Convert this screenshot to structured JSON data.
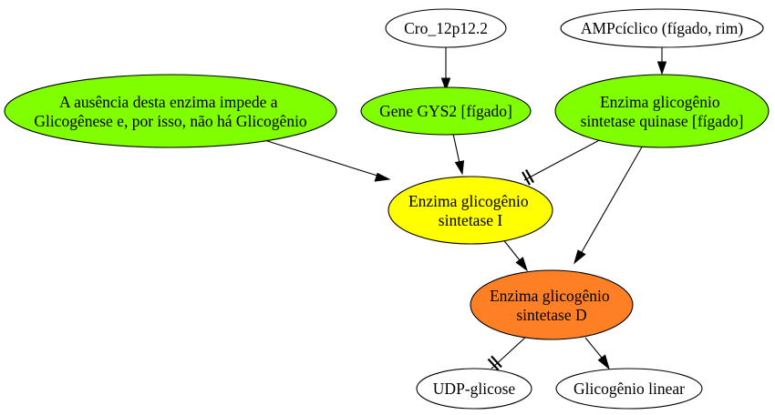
{
  "nodes": {
    "cro": {
      "lines": [
        "Cro_12p12.2"
      ],
      "fill": "#ffffff"
    },
    "amp": {
      "lines": [
        "AMPcíclico (fígado, rim)"
      ],
      "fill": "#ffffff"
    },
    "ausencia": {
      "lines": [
        "A ausência desta enzima impede a",
        "Glicogênese e, por isso, não há Glicogênio"
      ],
      "fill": "#7fff00"
    },
    "gys2": {
      "lines": [
        "Gene GYS2 [fígado]"
      ],
      "fill": "#7fff00"
    },
    "quinase": {
      "lines": [
        "Enzima glicogênio",
        "sintetase quinase [fígado]"
      ],
      "fill": "#7fff00"
    },
    "sintI": {
      "lines": [
        "Enzima glicogênio",
        "sintetase I"
      ],
      "fill": "#ffff00"
    },
    "sintD": {
      "lines": [
        "Enzima glicogênio",
        "sintetase D"
      ],
      "fill": "#ff7f24"
    },
    "udp": {
      "lines": [
        "UDP-glicose"
      ],
      "fill": "#ffffff"
    },
    "linear": {
      "lines": [
        "Glicogênio linear"
      ],
      "fill": "#ffffff"
    }
  },
  "edges": [
    {
      "from": "cro",
      "to": "gys2",
      "type": "arrow"
    },
    {
      "from": "amp",
      "to": "quinase",
      "type": "arrow"
    },
    {
      "from": "ausencia",
      "to": "sintI",
      "type": "arrow"
    },
    {
      "from": "gys2",
      "to": "sintI",
      "type": "arrow"
    },
    {
      "from": "quinase",
      "to": "sintI",
      "type": "tee"
    },
    {
      "from": "quinase",
      "to": "sintD",
      "type": "arrow"
    },
    {
      "from": "sintI",
      "to": "sintD",
      "type": "arrow"
    },
    {
      "from": "sintD",
      "to": "udp",
      "type": "tee"
    },
    {
      "from": "sintD",
      "to": "linear",
      "type": "arrow"
    }
  ]
}
